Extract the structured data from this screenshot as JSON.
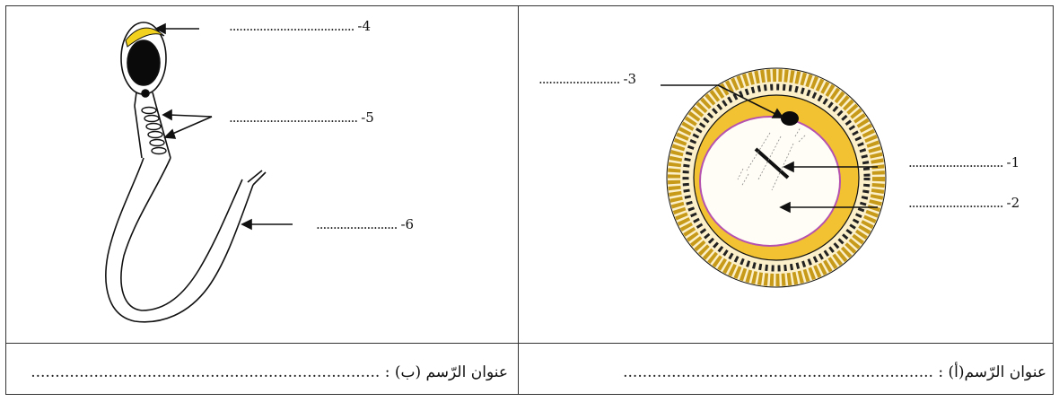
{
  "panel_b": {
    "labels": [
      {
        "num": "-4",
        "dots": "....................................."
      },
      {
        "num": "-5",
        "dots": "......................................"
      },
      {
        "num": "-6",
        "dots": "........................"
      }
    ],
    "caption": {
      "title": "عنوان الرّسم (ب) :",
      "dots": "........................................................................"
    }
  },
  "panel_a": {
    "labels": [
      {
        "num": "-3",
        "dots": "........................"
      },
      {
        "num": "-1",
        "dots": "............................"
      },
      {
        "num": "-2",
        "dots": "............................"
      }
    ],
    "caption": {
      "title": "عنوان الرّسم(أ) :",
      "dots": "................................................................"
    }
  },
  "colors": {
    "yellow": "#f2c233",
    "purple": "#b552b0",
    "ink": "#111111"
  }
}
